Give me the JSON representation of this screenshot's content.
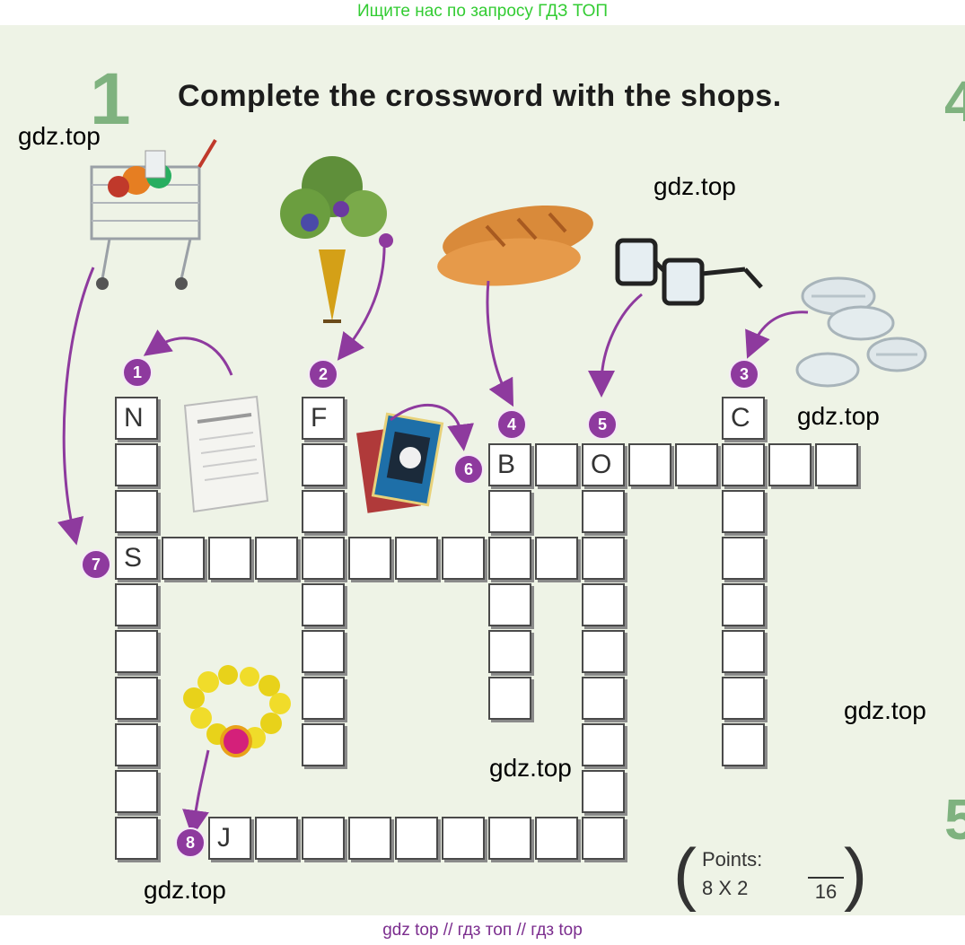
{
  "banner_top": "Ищите нас по запросу ГДЗ ТОП",
  "banner_bottom": "gdz top  //  гдз топ  //  гдз top",
  "exercise": {
    "number": "1",
    "side_numbers": [
      "4",
      "5"
    ]
  },
  "heading": "Complete the crossword with the shops.",
  "watermark": "gdz.top",
  "clue_numbers": [
    "1",
    "2",
    "3",
    "4",
    "5",
    "6",
    "7",
    "8"
  ],
  "letters": {
    "n": "N",
    "f": "F",
    "c": "C",
    "b": "B",
    "o": "O",
    "s": "S",
    "j": "J"
  },
  "points": {
    "label": "Points:",
    "multiplier": "8 X 2",
    "total": "16"
  },
  "colors": {
    "badge": "#8e3a9e",
    "banner_top": "#33cc33",
    "banner_bottom": "#7b2d8e",
    "background": "#eef3e6"
  },
  "icons": [
    "shopping-trolley-icon",
    "flower-bouquet-icon",
    "newspaper-icon",
    "books-icon",
    "bread-icon",
    "glasses-icon",
    "pills-icon",
    "necklace-icon"
  ]
}
